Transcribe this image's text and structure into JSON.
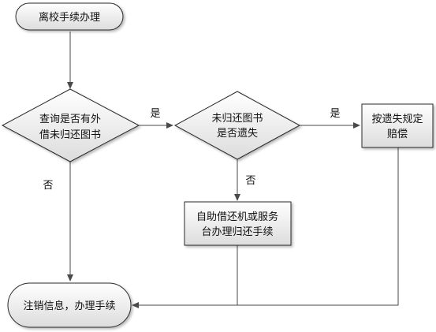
{
  "nodes": {
    "start": {
      "label": "离校手续办理"
    },
    "q_borrowed": {
      "label_line1": "查询是否有外",
      "label_line2": "借未归还图书"
    },
    "q_lost": {
      "label_line1": "未归还图书",
      "label_line2": "是否遗失"
    },
    "compensate": {
      "label_line1": "按遗失规定",
      "label_line2": "赔偿"
    },
    "return_books": {
      "label_line1": "自助借还机或服务",
      "label_line2": "台办理归还手续"
    },
    "end": {
      "label": "注销信息，办理手续"
    }
  },
  "edges": {
    "borrowed_yes": {
      "label": "是"
    },
    "borrowed_no": {
      "label": "否"
    },
    "lost_yes": {
      "label": "是"
    },
    "lost_no": {
      "label": "否"
    }
  },
  "colors": {
    "fill_top": "#ffffff",
    "fill_bottom": "#dcdcdc",
    "stroke": "#2b2b2b",
    "edge": "#4a4a4a",
    "text": "#111111"
  }
}
